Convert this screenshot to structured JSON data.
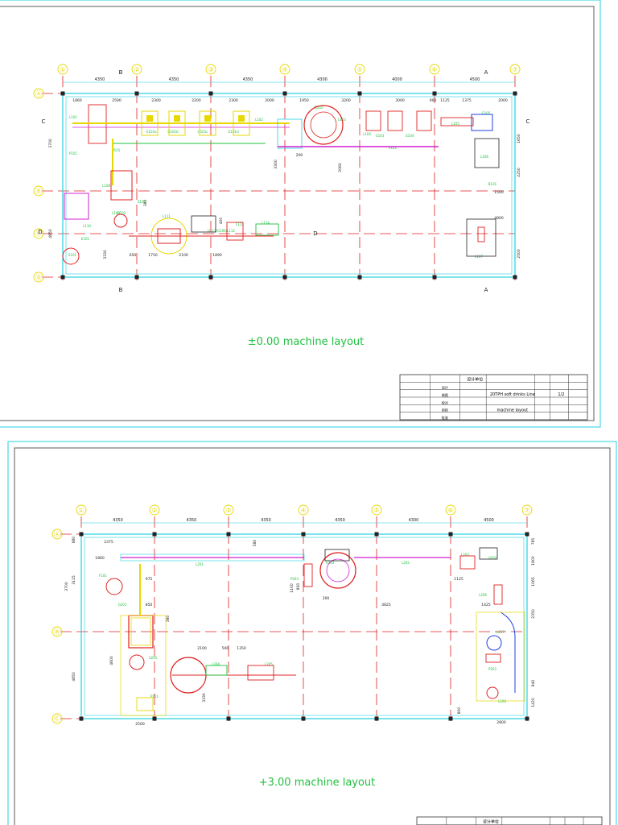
{
  "sheets": [
    {
      "caption": "±0.00 machine layout",
      "grid_numbers": [
        "①",
        "②",
        "③",
        "④",
        "⑤",
        "⑥",
        "⑦"
      ],
      "grid_letters": [
        "Ⓐ",
        "Ⓑ",
        "Ⓒ",
        "Ⓓ"
      ],
      "spans": [
        "4350",
        "4350",
        "4350",
        "4300",
        "4000",
        "4500"
      ],
      "section_marks": [
        "B",
        "A",
        "C",
        "C",
        "D",
        "D",
        "B",
        "A"
      ],
      "dims": [
        "1860",
        "2590",
        "2300",
        "2200",
        "2300",
        "2000",
        "1950",
        "3200",
        "3000",
        "900",
        "1125",
        "1375",
        "2000",
        "3700",
        "4850",
        "3300",
        "2060",
        "1650",
        "2250",
        "1500",
        "4800",
        "2500",
        "650",
        "1750",
        "2100",
        "1890",
        "200",
        "380",
        "400",
        "3330"
      ],
      "labels": [
        "L101",
        "P101",
        "G101a",
        "G101b",
        "G101c",
        "G101d",
        "L102",
        "G102",
        "L103",
        "L104",
        "G103",
        "G104",
        "L105",
        "G105",
        "L106",
        "B101",
        "L107",
        "U101",
        "L108",
        "L109",
        "L110",
        "L111",
        "U111/G106/L112",
        "L113",
        "L114",
        "P102",
        "E101",
        "S101",
        "U102",
        "S102"
      ],
      "title_block": {
        "company": "设计单位",
        "project": "20TPH soft drinks Line",
        "drawing": "machine layout",
        "sheet_no": "1/2",
        "rows": [
          "设计",
          "制图",
          "校对",
          "审核",
          "批准"
        ]
      }
    },
    {
      "caption": "+3.00 machine layout",
      "grid_numbers": [
        "①",
        "②",
        "③",
        "④",
        "⑤",
        "⑥",
        "⑦"
      ],
      "grid_letters": [
        "Ⓐ",
        "Ⓑ",
        "Ⓒ"
      ],
      "spans": [
        "4350",
        "4350",
        "4350",
        "4350",
        "4300",
        "4500"
      ],
      "dims": [
        "2375",
        "1860",
        "975",
        "850",
        "3115",
        "3700",
        "880",
        "4850",
        "4600",
        "380",
        "2100",
        "500",
        "1350",
        "3330",
        "580",
        "800",
        "1100",
        "200",
        "4825",
        "1125",
        "1425",
        "785",
        "1800",
        "1065",
        "2350",
        "840",
        "1420",
        "800",
        "2800",
        "2500"
      ],
      "labels": [
        "F101",
        "L201",
        "L202",
        "L203",
        "G201",
        "U201",
        "P201",
        "L204",
        "L205",
        "U202",
        "P202",
        "L206",
        "L207",
        "L208",
        "G202",
        "P203"
      ],
      "title_block": {
        "company": "设计单位"
      }
    }
  ]
}
